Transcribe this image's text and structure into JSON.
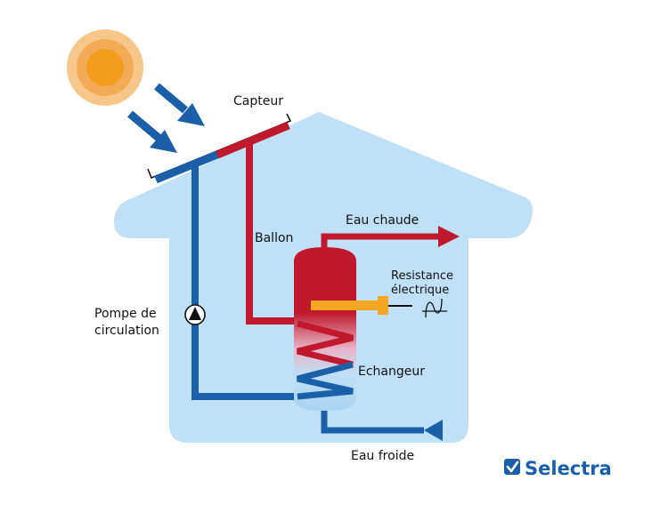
{
  "labels": {
    "collector": "Capteur",
    "tank": "Ballon",
    "hot_water": "Eau chaude",
    "resistance_line1": "Resistance",
    "resistance_line2": "électrique",
    "pump_line1": "Pompe de",
    "pump_line2": "circulation",
    "exchanger": "Echangeur",
    "cold_water": "Eau froide"
  },
  "brand": {
    "name": "Selectra",
    "icon": "check-square-icon"
  },
  "colors": {
    "house": "#bfe0f6",
    "hot": "#c0182c",
    "cold": "#1a5fa8",
    "sun_outer": "#f7c78a",
    "sun_mid": "#f4ab57",
    "sun_core": "#f39c1e",
    "resistance": "#f5a623",
    "brand": "#1a5fa8"
  }
}
